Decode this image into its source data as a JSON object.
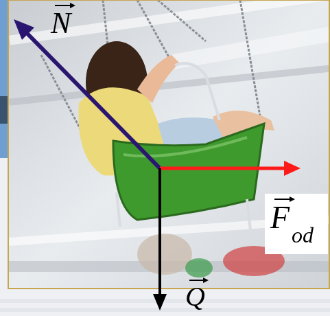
{
  "diagram": {
    "labels": [
      "N",
      "F",
      "od",
      "Q"
    ]
  }
}
